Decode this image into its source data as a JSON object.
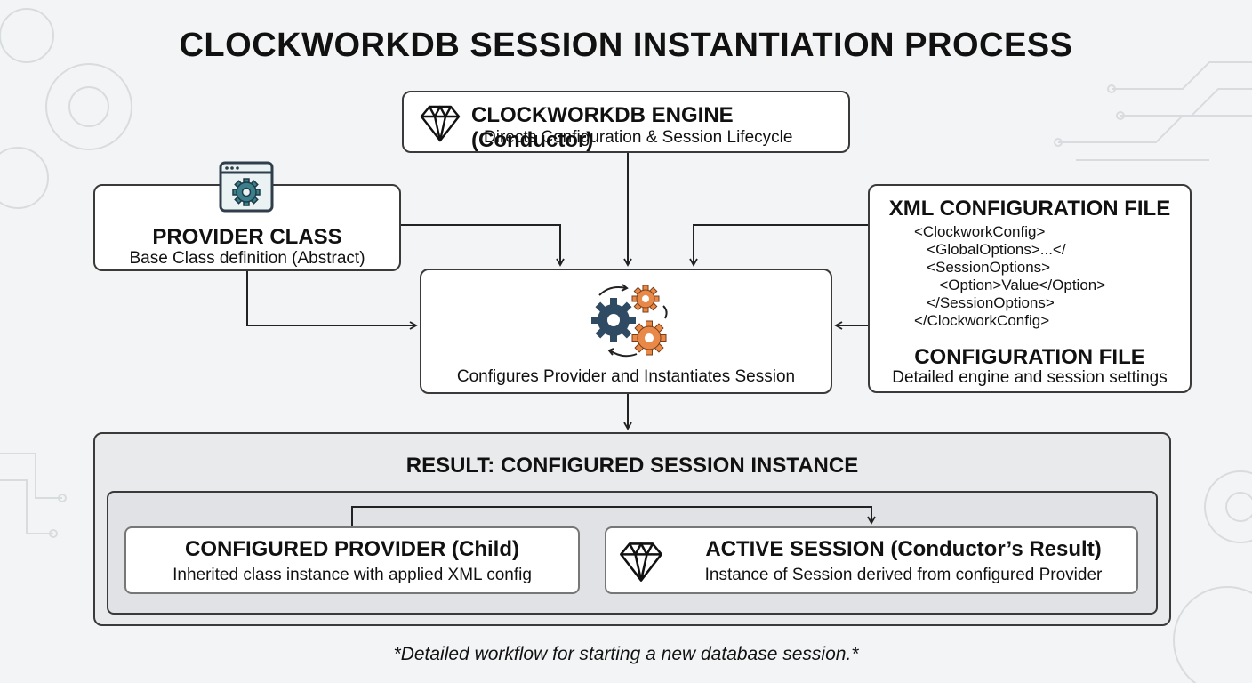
{
  "title": "CLOCKWORKDB SESSION INSTANTIATION PROCESS",
  "engine": {
    "title": "CLOCKWORKDB ENGINE (Conductor)",
    "subtitle": "Directs Configuration & Session Lifecycle",
    "icon": "diamond-icon"
  },
  "provider": {
    "title": "PROVIDER CLASS",
    "subtitle": "Base Class definition (Abstract)",
    "icon": "window-gear-icon"
  },
  "xml": {
    "title": "XML CONFIGURATION FILE",
    "code_lines": [
      "<ClockworkConfig>",
      "   <GlobalOptions>...</",
      "   <SessionOptions>",
      "      <Option>Value</Option>",
      "   </SessionOptions>",
      "</ClockworkConfig>"
    ],
    "config_title": "CONFIGURATION FILE",
    "config_subtitle": "Detailed engine and session settings"
  },
  "center": {
    "label": "Configures Provider and Instantiates Session",
    "icon": "gears-icon"
  },
  "result": {
    "title": "RESULT: CONFIGURED SESSION INSTANCE",
    "configured_provider": {
      "title": "CONFIGURED PROVIDER (Child)",
      "subtitle": "Inherited class instance with applied XML config"
    },
    "active_session": {
      "title": "ACTIVE SESSION (Conductor’s Result)",
      "subtitle": "Instance of Session derived from configured Provider",
      "icon": "diamond-icon"
    }
  },
  "caption": "*Detailed workflow for starting a new database session.*",
  "colors": {
    "background": "#f3f4f5",
    "gear_dark": "#2f4a63",
    "gear_orange": "#e8894a",
    "icon_teal": "#3c7f8c"
  }
}
